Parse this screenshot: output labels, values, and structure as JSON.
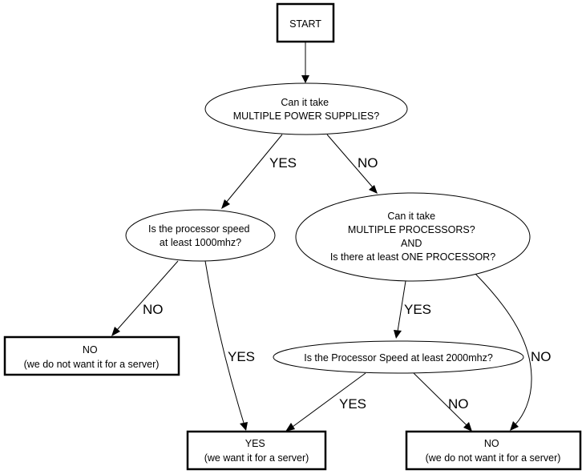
{
  "nodes": {
    "start": {
      "lines": [
        "START"
      ]
    },
    "q_power": {
      "lines": [
        "Can it take",
        "MULTIPLE POWER SUPPLIES?"
      ]
    },
    "q_speed_1000": {
      "lines": [
        "Is the processor speed",
        "at least 1000mhz?"
      ]
    },
    "q_multi_proc": {
      "lines": [
        "Can it take",
        "MULTIPLE PROCESSORS?",
        "AND",
        "Is there at least ONE PROCESSOR?"
      ]
    },
    "q_speed_2000": {
      "lines": [
        "Is the Processor Speed at least 2000mhz?"
      ]
    },
    "no_left": {
      "lines": [
        "NO",
        "(we do not want it for a server)"
      ]
    },
    "yes_server": {
      "lines": [
        "YES",
        "(we want it for a server)"
      ]
    },
    "no_right": {
      "lines": [
        "NO",
        "(we do not want it for a server)"
      ]
    }
  },
  "edges": {
    "power_yes": "YES",
    "power_no": "NO",
    "speed1000_no": "NO",
    "speed1000_yes": "YES",
    "multiproc_yes": "YES",
    "multiproc_no": "NO",
    "speed2000_yes": "YES",
    "speed2000_no": "NO"
  }
}
